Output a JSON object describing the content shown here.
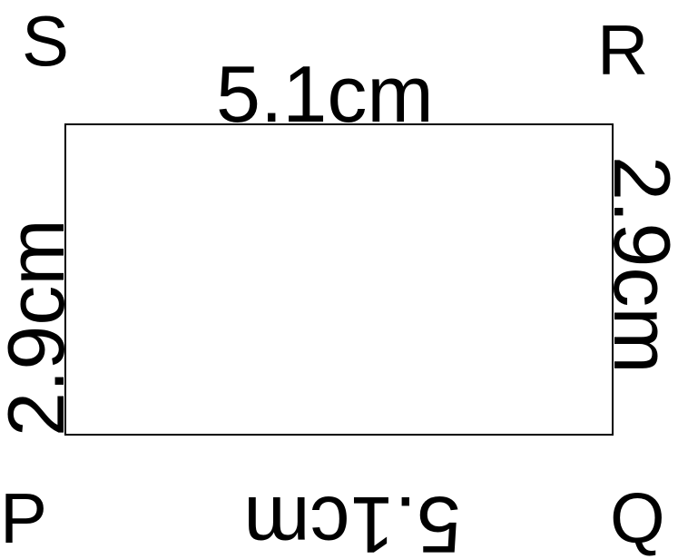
{
  "diagram": {
    "shape": "rectangle",
    "vertices": {
      "S": "S",
      "R": "R",
      "P": "P",
      "Q": "Q"
    },
    "sides": {
      "top": "5.1cm",
      "bottom": "5.1cm",
      "left": "2.9cm",
      "right": "2.9cm"
    },
    "colors": {
      "stroke": "#000000",
      "fill": "#ffffff",
      "text": "#000000"
    }
  }
}
